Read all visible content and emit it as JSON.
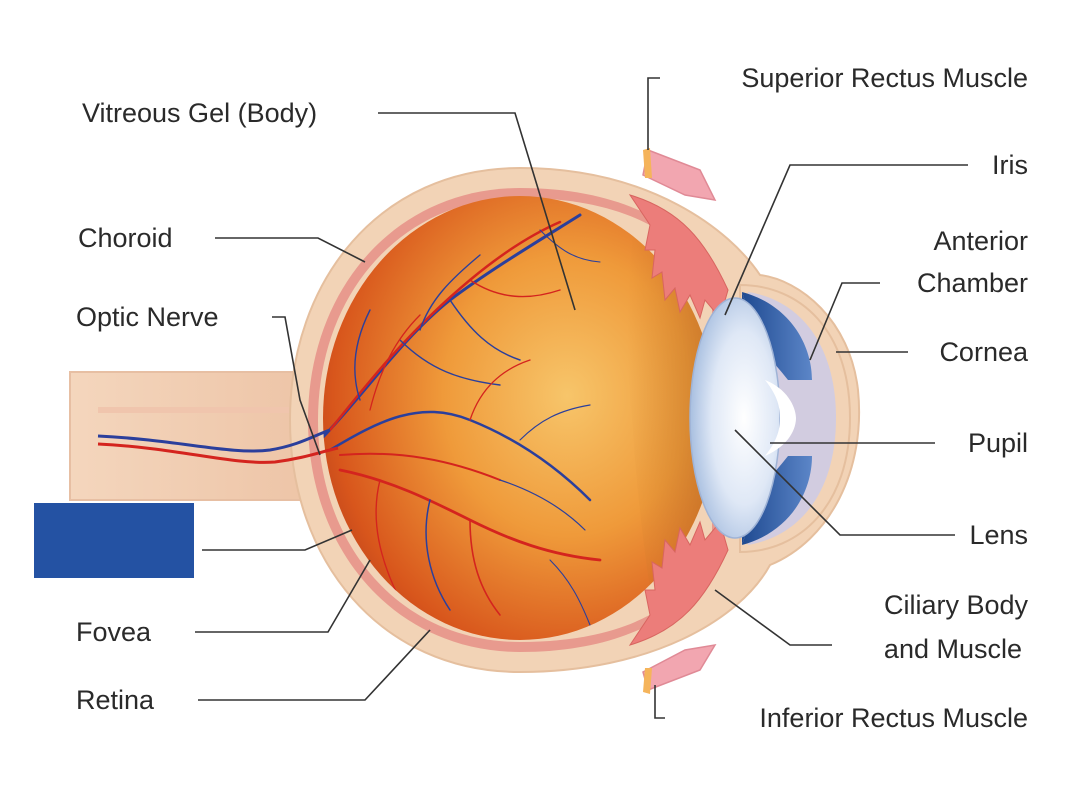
{
  "labels": {
    "vitreous_gel": "Vitreous Gel (Body)",
    "choroid": "Choroid",
    "optic_nerve": "Optic Nerve",
    "fovea": "Fovea",
    "retina": "Retina",
    "superior_rectus": "Superior Rectus Muscle",
    "iris": "Iris",
    "anterior_chamber_line1": "Anterior",
    "anterior_chamber_line2": "Chamber",
    "cornea": "Cornea",
    "pupil": "Pupil",
    "lens": "Lens",
    "ciliary_line1": "Ciliary Body",
    "ciliary_line2": "and Muscle",
    "inferior_rectus": "Inferior Rectus Muscle"
  },
  "colors": {
    "sclera": "#f2d3b6",
    "choroid_band": "#e8a08a",
    "eyeball_inner": "#f0a340",
    "eyeball_dark": "#c9531a",
    "iris_blue": "#2f5fa8",
    "lens_light": "#dfe8f6",
    "redaction_box": "#2452a3",
    "vein": "#2b3f9c",
    "artery": "#d4241e"
  }
}
